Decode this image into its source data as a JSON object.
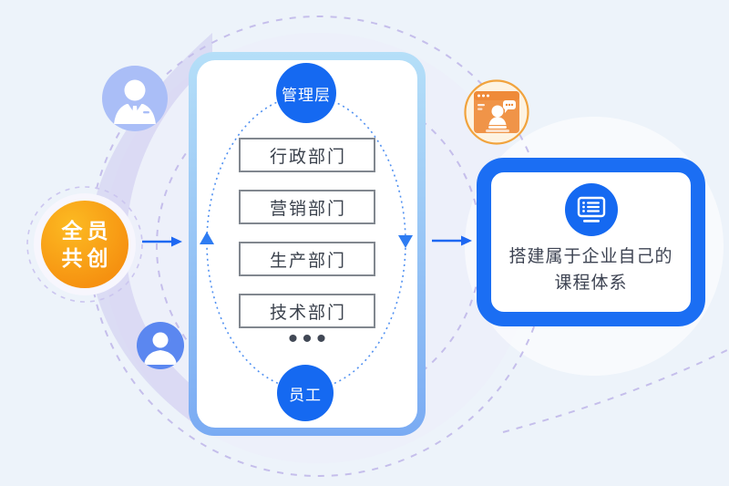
{
  "colors": {
    "accent_blue": "#1569f1",
    "arrow_blue": "#1e68f2",
    "panel_border_top": "#b5dff8",
    "panel_border_bottom": "#7aabf3",
    "orange": "#f69110",
    "badge_orange_ring": "#f1a33d",
    "lavender_dash": "#c5beeb",
    "dept_box_border": "#81878f",
    "text_dark": "#3a414c"
  },
  "left_node": {
    "line1": "全员",
    "line2": "共创"
  },
  "flow_panel": {
    "top_role": "管理层",
    "departments": [
      "行政部门",
      "营销部门",
      "生产部门",
      "技术部门"
    ],
    "ellipsis": "•••",
    "bottom_role": "员工"
  },
  "right_card": {
    "title_line1": "搭建属于企业自己的",
    "title_line2": "课程体系"
  },
  "icons": {
    "top_left": "businessman-avatar-icon",
    "bottom_left": "person-avatar-icon",
    "top_right": "presentation-window-icon",
    "card": "course-list-monitor-icon"
  }
}
